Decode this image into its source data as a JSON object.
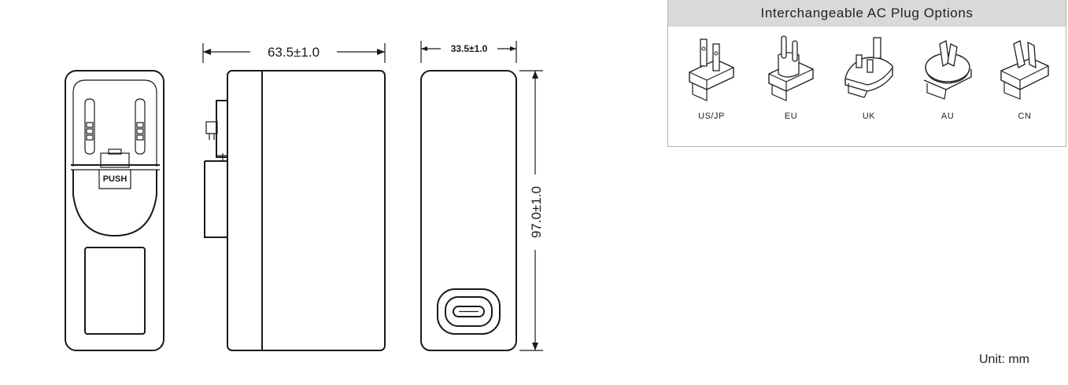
{
  "dimensions": {
    "width": "63.5±1.0",
    "depth": "33.5±1.0",
    "height": "97.0±1.0"
  },
  "push_label": "PUSH",
  "plug_panel": {
    "title": "Interchangeable AC Plug Options",
    "plugs": [
      {
        "label": "US/JP",
        "icon": "us-jp-plug-icon"
      },
      {
        "label": "EU",
        "icon": "eu-plug-icon"
      },
      {
        "label": "UK",
        "icon": "uk-plug-icon"
      },
      {
        "label": "AU",
        "icon": "au-plug-icon"
      },
      {
        "label": "CN",
        "icon": "cn-plug-icon"
      }
    ]
  },
  "unit_label": "Unit: mm"
}
